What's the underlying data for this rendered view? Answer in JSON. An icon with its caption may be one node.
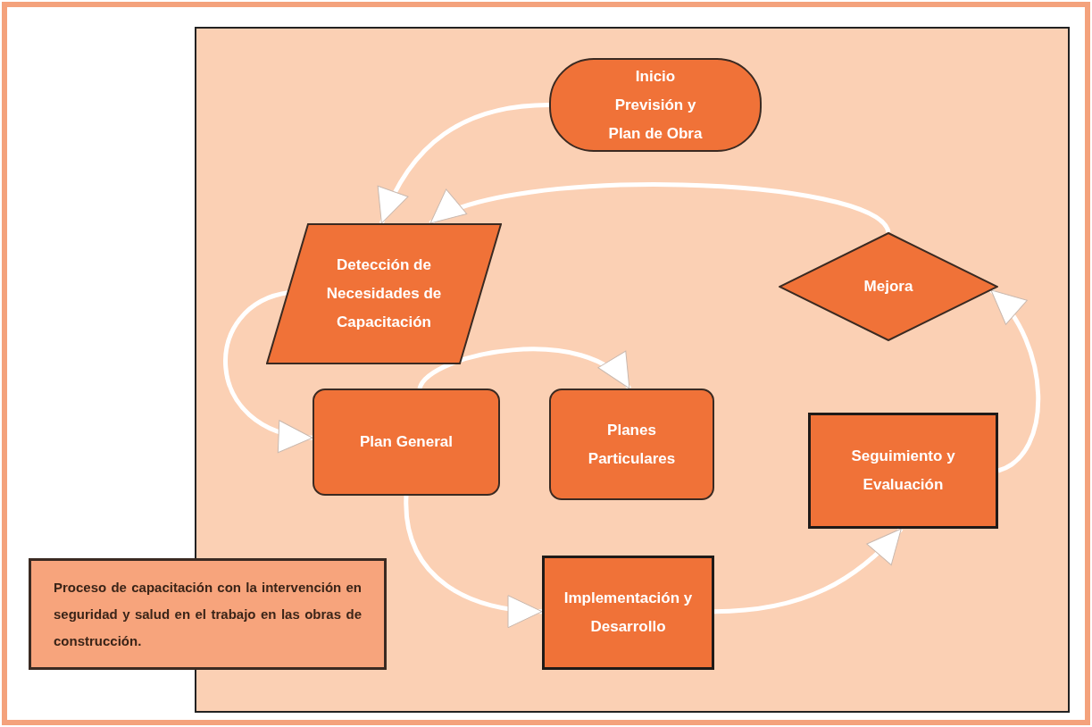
{
  "diagram": {
    "nodes": [
      {
        "text": [
          "Inicio Previsión y Plan de Obra"
        ]
      },
      {
        "text": [
          "Detección de Necesidades de Capacitación"
        ]
      },
      {
        "text": [
          "Mejora"
        ]
      },
      {
        "text": [
          "Plan General"
        ]
      },
      {
        "text": [
          "Planes Particulares"
        ]
      },
      {
        "text": [
          "Seguimiento y Evaluación"
        ]
      },
      {
        "text": [
          "Implementación y Desarrollo"
        ]
      },
      {
        "text": [
          "Proceso de capacitación con la intervención en seguridad y salud en el trabajo en las obras de construcción."
        ]
      }
    ],
    "edges": [
      {
        "from": 0,
        "to": 1,
        "arrow": "to"
      },
      {
        "from": 2,
        "to": 1,
        "arrow": "to"
      },
      {
        "from": 1,
        "to": 3,
        "arrow": "to"
      },
      {
        "from": 3,
        "to": 4,
        "arrow": "to"
      },
      {
        "from": 3,
        "to": 6,
        "arrow": "to"
      },
      {
        "from": 6,
        "to": 5,
        "arrow": "to"
      },
      {
        "from": 5,
        "to": 2,
        "arrow": "to"
      }
    ]
  }
}
